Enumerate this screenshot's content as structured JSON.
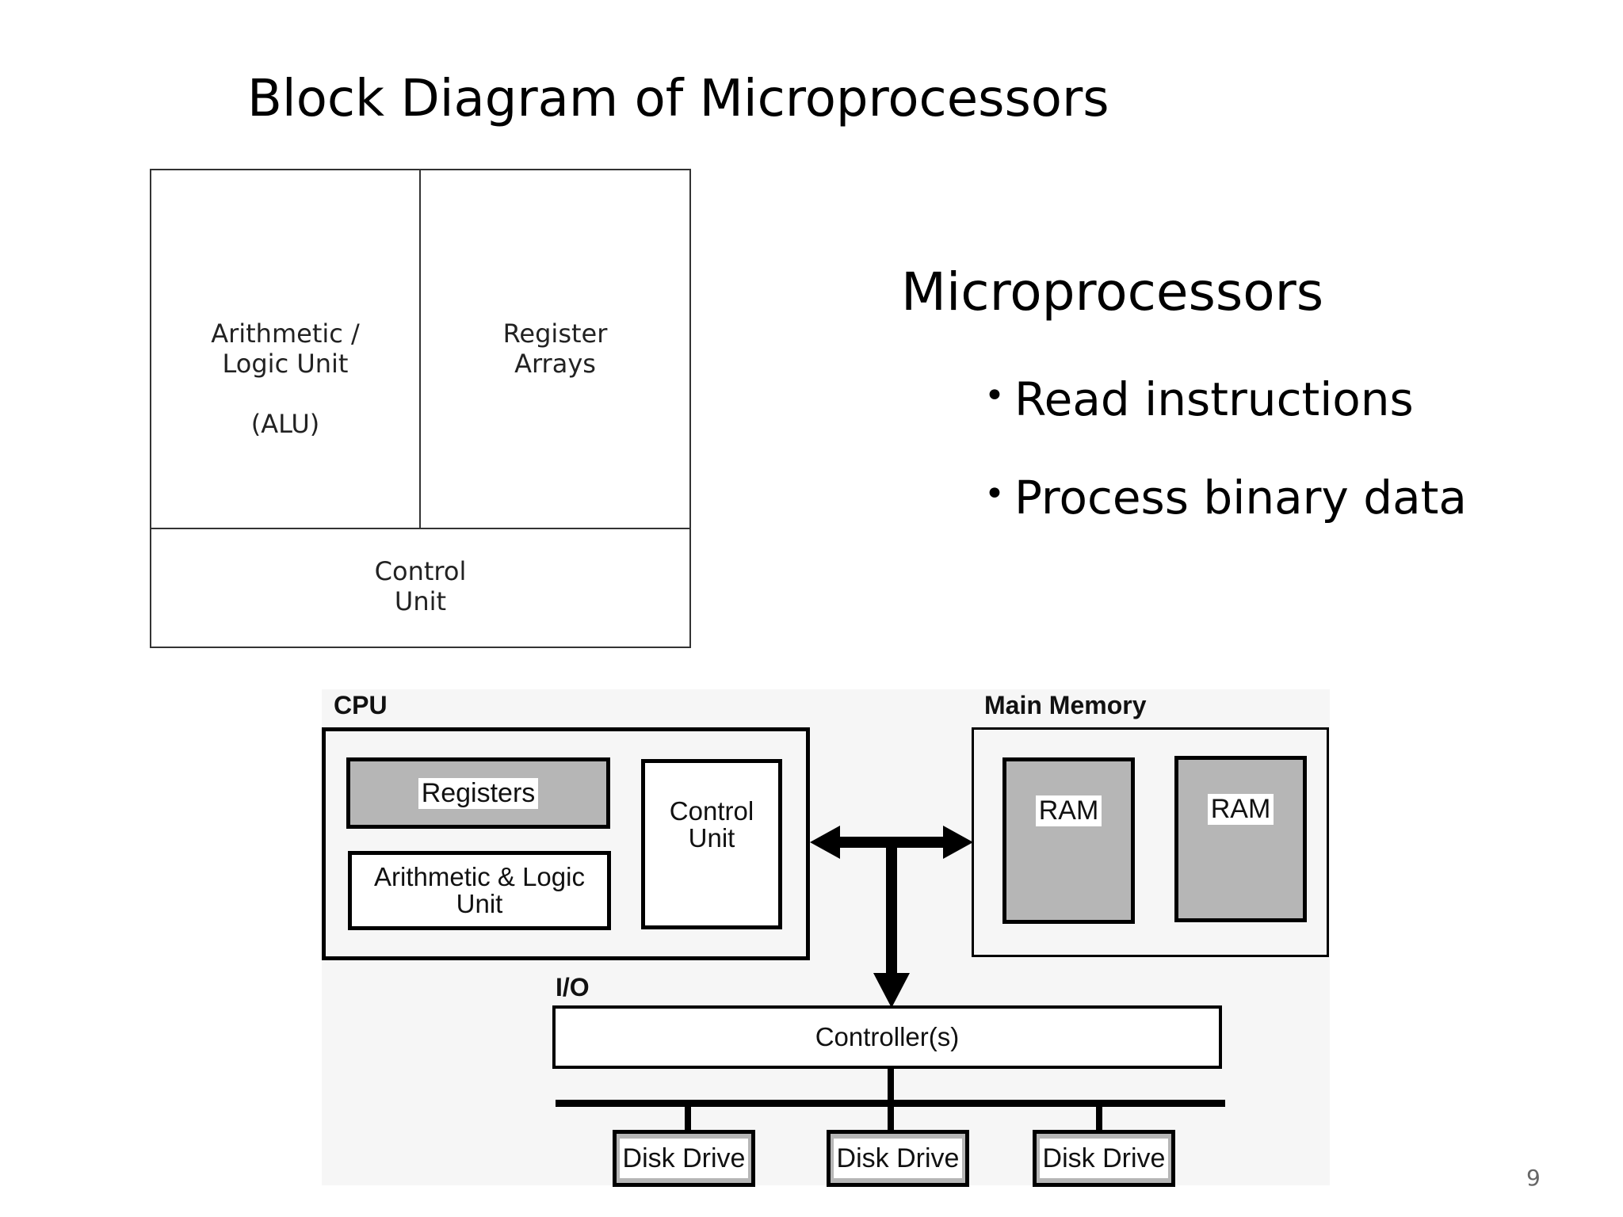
{
  "slide": {
    "title": "Block Diagram of Microprocessors",
    "page_number": "9"
  },
  "block_diagram": {
    "alu_line1": "Arithmetic /",
    "alu_line2": "Logic Unit",
    "alu_abbrev": "(ALU)",
    "register_line1": "Register",
    "register_line2": "Arrays",
    "control_line1": "Control",
    "control_line2": "Unit"
  },
  "text_panel": {
    "heading": "Microprocessors",
    "bullets": [
      "Read instructions",
      "Process binary data"
    ]
  },
  "system_diagram": {
    "cpu_label": "CPU",
    "registers": "Registers",
    "alu_line1": "Arithmetic & Logic",
    "alu_line2": "Unit",
    "control_line1": "Control",
    "control_line2": "Unit",
    "main_memory_label": "Main Memory",
    "ram": [
      "RAM",
      "RAM"
    ],
    "io_label": "I/O",
    "controller": "Controller(s)",
    "disks": [
      "Disk Drive",
      "Disk Drive",
      "Disk Drive"
    ]
  },
  "colors": {
    "gray_fill": "#b6b6b6",
    "figure_background": "#f6f6f6"
  }
}
